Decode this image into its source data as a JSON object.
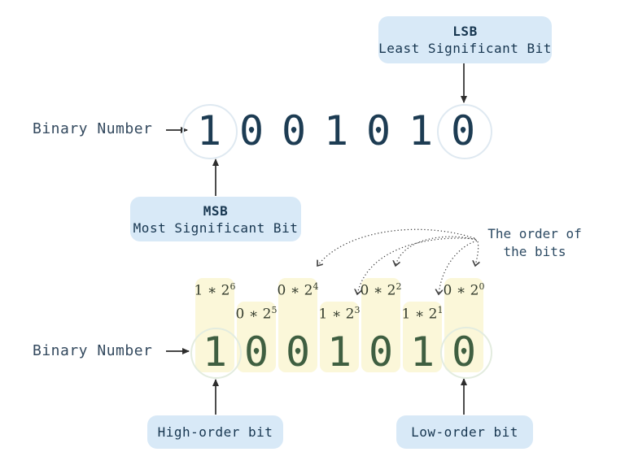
{
  "labels": {
    "binary_number_top": "Binary Number",
    "binary_number_bottom": "Binary Number",
    "order_note_line1": "The order of",
    "order_note_line2": "the bits"
  },
  "callouts": {
    "lsb": {
      "abbr": "LSB",
      "full": "Least Significant Bit"
    },
    "msb": {
      "abbr": "MSB",
      "full": "Most Significant Bit"
    },
    "high_order": {
      "label": "High-order bit"
    },
    "low_order": {
      "label": "Low-order bit"
    }
  },
  "binary": {
    "bits": [
      "1",
      "0",
      "0",
      "1",
      "0",
      "1",
      "0"
    ],
    "powers": [
      {
        "prefix": "1 ∗ 2",
        "exp": "6"
      },
      {
        "prefix": "0 ∗ 2",
        "exp": "5"
      },
      {
        "prefix": "0 ∗ 2",
        "exp": "4"
      },
      {
        "prefix": "1 ∗ 2",
        "exp": "3"
      },
      {
        "prefix": "0 ∗ 2",
        "exp": "2"
      },
      {
        "prefix": "1 ∗ 2",
        "exp": "1"
      },
      {
        "prefix": "0 ∗ 2",
        "exp": "0"
      }
    ]
  },
  "colors": {
    "background": "#ffffff",
    "digit_top": "#1d3c53",
    "digit_bottom": "#3f5f41",
    "callout_bg": "#d8e9f7",
    "callout_text": "#173650",
    "column_bg": "#fbf7d9",
    "label_text": "#33495e",
    "power_text": "#333b2d",
    "arrow": "#2d2d2d",
    "ring": "#dfe9f1"
  }
}
